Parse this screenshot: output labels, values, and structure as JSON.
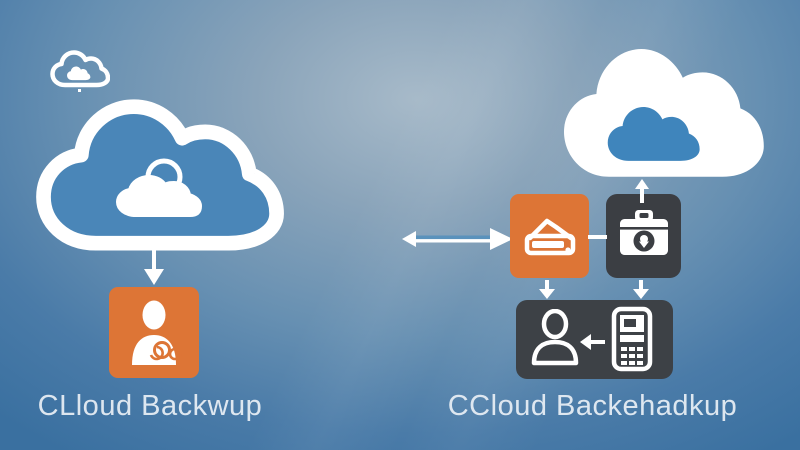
{
  "scene": {
    "description": "Cloud backup illustration with two diagram groups",
    "left_caption": "CLloud Backwup",
    "right_caption": "CCloud Backehadkup"
  },
  "colors": {
    "bg_center": "#a7bac9",
    "bg_edge": "#3a70a0",
    "cloud_blue": "#4a86b8",
    "cloud_white": "#ffffff",
    "inner_cloud_blue": "#3f85bc",
    "accent_orange": "#dd7536",
    "dark_gray": "#3b3e43",
    "caption_text": "#e6edf4",
    "arrow_white": "#ffffff",
    "arrow_blue_stripe": "#5a92bc"
  },
  "left_diagram": {
    "caption": "CLloud Backwup",
    "icons": [
      {
        "name": "small-cloud-badge-icon",
        "style": "white outline cloud with tiny cloud inside"
      },
      {
        "name": "large-cloud-icon",
        "style": "blue cloud with thick white outline"
      },
      {
        "name": "cloud-sun-icon",
        "style": "white cloud with sun peeking, inside large cloud"
      },
      {
        "name": "down-arrow-icon",
        "style": "white arrow from cloud to user box"
      },
      {
        "name": "user-gear-icon",
        "style": "white person with gear marks on orange tile"
      }
    ]
  },
  "right_diagram": {
    "caption": "CCloud Backehadkup",
    "icons": [
      {
        "name": "white-cloud-icon",
        "style": "solid white cloud"
      },
      {
        "name": "blue-mini-cloud-icon",
        "style": "blue cloud inside white cloud"
      },
      {
        "name": "double-arrow-icon",
        "style": "horizontal two-headed white arrow with blue stripe"
      },
      {
        "name": "envelope-tray-icon",
        "style": "white open envelope on orange tile"
      },
      {
        "name": "briefcase-lock-icon",
        "style": "white briefcase with pin badge on dark tile"
      },
      {
        "name": "up-arrow-icon",
        "style": "white arrow into cloud"
      },
      {
        "name": "down-arrow-left-icon",
        "style": "white arrow to device panel"
      },
      {
        "name": "down-arrow-right-icon",
        "style": "white arrow to device panel"
      },
      {
        "name": "person-outline-icon",
        "style": "white outlined person in device panel"
      },
      {
        "name": "left-arrow-icon",
        "style": "small white arrow pointing left"
      },
      {
        "name": "phone-keypad-icon",
        "style": "white outlined handset with keypad"
      }
    ]
  }
}
